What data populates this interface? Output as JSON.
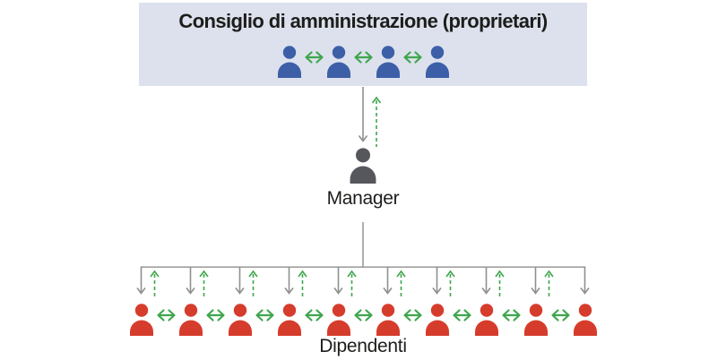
{
  "diagram": {
    "background_color": "#ffffff",
    "text_color": "#1d1d1b",
    "board": {
      "label": "Consiglio di amministrazione (proprietari)",
      "member_count": 4,
      "member_color": "#3c5fa8",
      "bg_color": "#dce1ed"
    },
    "manager": {
      "label": "Manager",
      "icon_color": "#55575c"
    },
    "employees": {
      "label": "Dipendenti",
      "member_count": 10,
      "member_color": "#d63c2c"
    },
    "arrows": {
      "down_color": "#8f8f8f",
      "down_style": "solid",
      "up_color": "#3fa64e",
      "up_style": "dashed",
      "peer_color": "#3fa64e"
    }
  }
}
